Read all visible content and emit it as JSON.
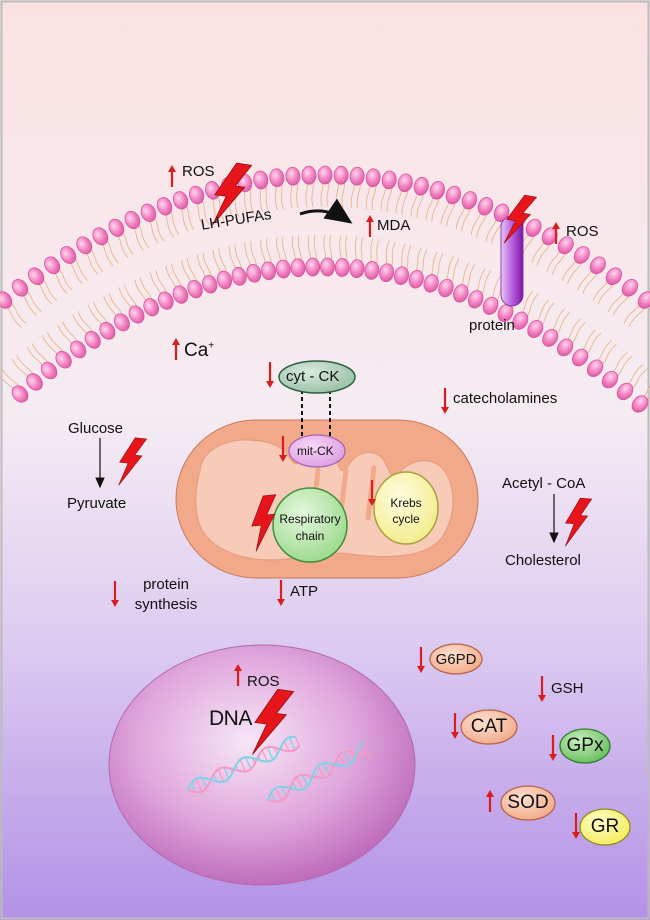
{
  "colors": {
    "bg_top": "#fbe3e3",
    "bg_mid": "#f4eaf3",
    "bg_bottom": "#b595e6",
    "lipid_head": "#f080bf",
    "bolt": "#e8141b",
    "arrow_red": "#d81e1e",
    "mito_outer": "#f2a98a",
    "mito_inner": "#f7c9b6",
    "nucleus": "#cf84c9",
    "protein": "#a02ec8"
  },
  "icons": [
    "lightning-bolt-icon",
    "up-arrow-icon",
    "down-arrow-icon",
    "curved-arrow-icon",
    "dna-helix-icon"
  ],
  "labels": {
    "ros_top": "ROS",
    "lh_pufas": "LH-PUFAs",
    "mda": "MDA",
    "ros_protein": "ROS",
    "protein": "protein",
    "ca": "Ca",
    "ca_sup": "+",
    "cyt_ck": "cyt - CK",
    "mit_ck": "mit-CK",
    "catecholamines": "catecholamines",
    "glucose": "Glucose",
    "pyruvate": "Pyruvate",
    "respiratory_l1": "Respiratory",
    "respiratory_l2": "chain",
    "krebs_l1": "Krebs",
    "krebs_l2": "cycle",
    "acetyl_coa": "Acetyl - CoA",
    "cholesterol": "Cholesterol",
    "protein_syn_l1": "protein",
    "protein_syn_l2": "synthesis",
    "atp": "ATP",
    "ros_nucleus": "ROS",
    "dna": "DNA",
    "g6pd": "G6PD",
    "gsh": "GSH",
    "cat": "CAT",
    "gpx": "GPx",
    "sod": "SOD",
    "gr": "GR"
  }
}
